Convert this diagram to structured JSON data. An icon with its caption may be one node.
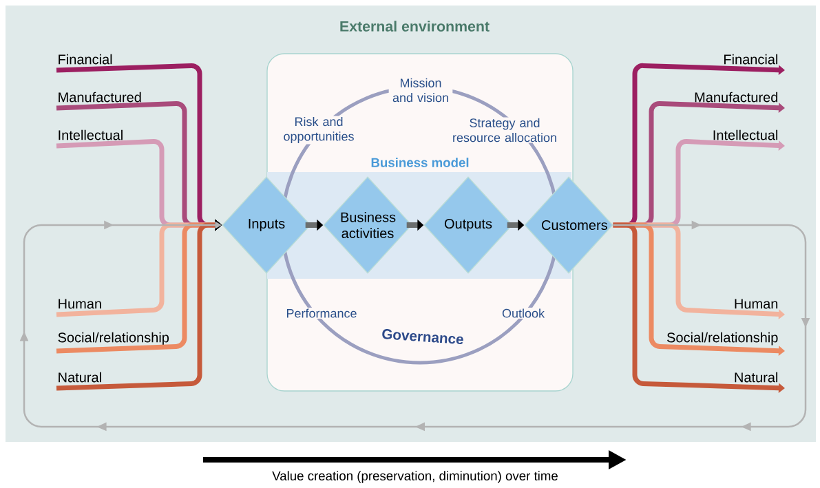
{
  "diagram": {
    "nodes": [
      {
        "text": [
          "External environment"
        ]
      },
      {
        "text": [
          "Financial"
        ],
        "in": 0
      },
      {
        "text": [
          "Manufactured"
        ],
        "in": 0
      },
      {
        "text": [
          "Intellectual"
        ],
        "in": 0
      },
      {
        "text": [
          "Financial"
        ],
        "in": 0
      },
      {
        "text": [
          "Manufactured"
        ],
        "in": 0
      },
      {
        "text": [
          "Intellectual"
        ],
        "in": 0
      },
      {
        "text": [
          "Inputs"
        ],
        "in": 0
      },
      {
        "text": [
          "Business activities"
        ],
        "in": 0
      },
      {
        "text": [
          "Outputs"
        ],
        "in": 0
      },
      {
        "text": [
          "Customers"
        ],
        "in": 0
      },
      {
        "text": [
          "Human"
        ],
        "in": 0
      },
      {
        "text": [
          "Social/relationship"
        ],
        "in": 0
      },
      {
        "text": [
          "Natural"
        ],
        "in": 0
      },
      {
        "text": [
          "Human"
        ],
        "in": 0
      },
      {
        "text": [
          "Social/relationship"
        ],
        "in": 0
      },
      {
        "text": [
          "Natural"
        ],
        "in": 0
      }
    ],
    "edges": [
      {
        "from": 1,
        "to": 7,
        "arrow": "to",
        "color": "#9c1f61"
      },
      {
        "from": 2,
        "to": 7,
        "arrow": "to",
        "color": "#a94b7b"
      },
      {
        "from": 3,
        "to": 7,
        "arrow": "to",
        "color": "#d59bb6"
      },
      {
        "from": 11,
        "to": 7,
        "arrow": "to",
        "color": "#f2b39d"
      },
      {
        "from": 12,
        "to": 7,
        "arrow": "to",
        "color": "#ec8a62"
      },
      {
        "from": 13,
        "to": 7,
        "arrow": "to",
        "color": "#c65a3b"
      },
      {
        "from": 7,
        "to": 8,
        "arrow": "to"
      },
      {
        "from": 8,
        "to": 9,
        "arrow": "to"
      },
      {
        "from": 9,
        "to": 10,
        "arrow": "to"
      },
      {
        "from": 10,
        "to": 4,
        "arrow": "to",
        "color": "#9c1f61"
      },
      {
        "from": 10,
        "to": 5,
        "arrow": "to",
        "color": "#a94b7b"
      },
      {
        "from": 10,
        "to": 6,
        "arrow": "to",
        "color": "#d59bb6"
      },
      {
        "from": 10,
        "to": 14,
        "arrow": "to",
        "color": "#f2b39d"
      },
      {
        "from": 10,
        "to": 15,
        "arrow": "to",
        "color": "#ec8a62"
      },
      {
        "from": 10,
        "to": 16,
        "arrow": "to",
        "color": "#c65a3b"
      },
      {
        "from": 10,
        "to": 7,
        "arrow": "to",
        "color": "#b3b3b3"
      }
    ],
    "labels": [
      "Mission and vision",
      "Risk and opportunities",
      "Strategy and resource allocation",
      "Business model",
      "Performance",
      "Outlook",
      "Governance",
      "Value creation (preservation, diminution) over time"
    ]
  }
}
